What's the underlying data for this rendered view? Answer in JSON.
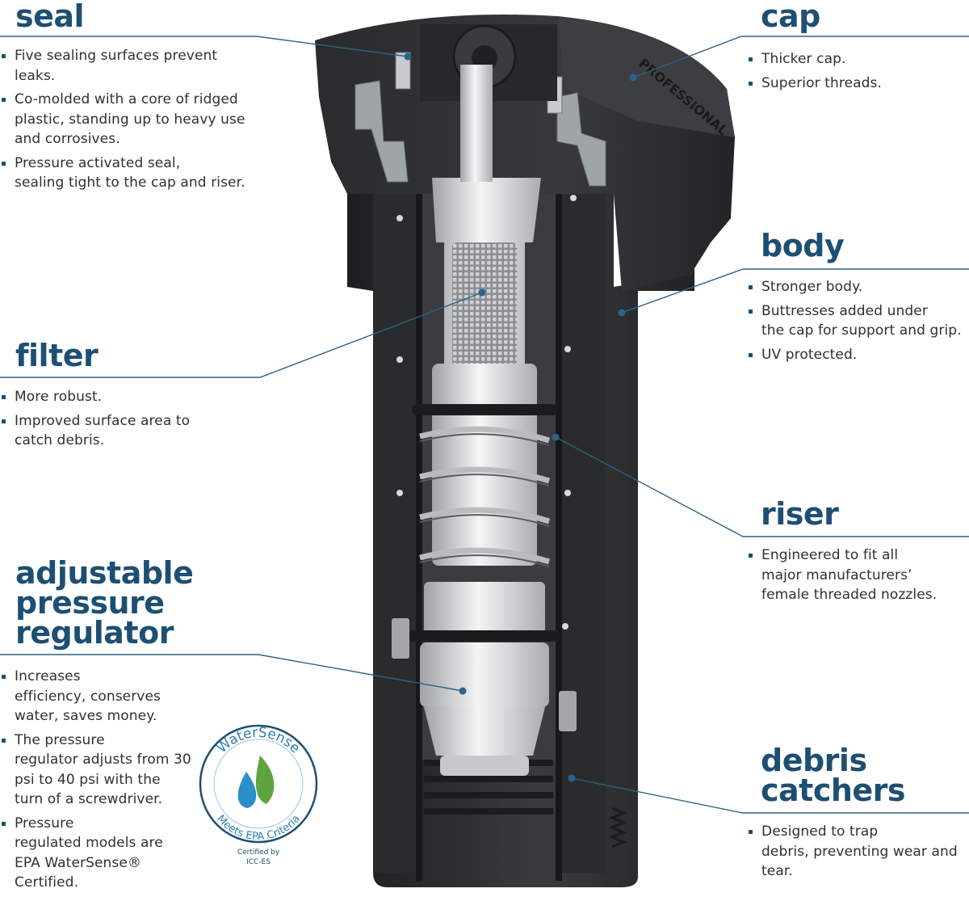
{
  "seal": {
    "heading": "seal",
    "bullets": [
      "Five sealing surfaces prevent leaks.",
      "Co-molded with a core of ridged plastic, standing up to heavy use and corrosives.",
      "Pressure activated seal, sealing tight to the cap and riser."
    ]
  },
  "filter": {
    "heading": "filter",
    "bullets": [
      "More robust.",
      "Improved surface area to catch debris."
    ]
  },
  "regulator": {
    "heading_lines": [
      "adjustable",
      "pressure",
      "regulator"
    ],
    "bullets": [
      "Increases efficiency, conserves water, saves money.",
      "The pressure regulator adjusts from 30 psi to 40 psi with the turn of a screwdriver.",
      "Pressure regulated models are EPA WaterSense® Certified."
    ]
  },
  "cap": {
    "heading": "cap",
    "bullets": [
      "Thicker cap.",
      "Superior threads."
    ]
  },
  "body": {
    "heading": "body",
    "bullets": [
      "Stronger body.",
      "Buttresses added under the cap for support and grip.",
      "UV protected."
    ]
  },
  "riser": {
    "heading": "riser",
    "bullets": [
      "Engineered to fit all major manufacturers’ female threaded nozzles."
    ]
  },
  "debris": {
    "heading_lines": [
      "debris",
      "catchers"
    ],
    "bullets": [
      "Designed to trap debris, preventing wear and tear."
    ]
  },
  "watersense": {
    "arc_top": "WaterSense",
    "arc_bottom": "Meets EPA Criteria",
    "cert_lines": [
      "Certified by",
      "ICC-ES"
    ]
  },
  "product_label": "PROFESSIONAL",
  "colors": {
    "heading": "#1d4f73",
    "leader_line": "#2a6488",
    "body_plastic": "#2e2f31",
    "internal_white": "#e3e5e6",
    "seal_grey": "#9fa4a8",
    "leaf_green": "#5fa33f",
    "drop_blue": "#2b8fc8"
  }
}
